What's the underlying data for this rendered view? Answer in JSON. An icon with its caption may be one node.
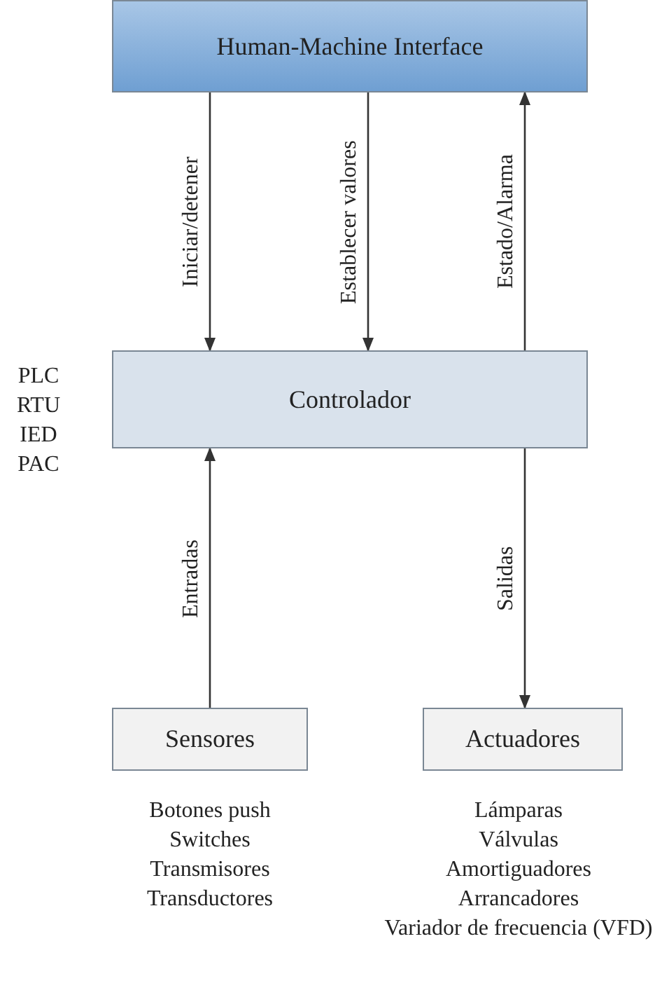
{
  "diagram": {
    "nodes": [
      {
        "text": [
          "Human-Machine Interface"
        ]
      },
      {
        "text": [
          "Controlador"
        ],
        "beside": [
          "PLC",
          "RTU",
          "IED",
          "PAC"
        ]
      },
      {
        "text": [
          "Sensores"
        ],
        "beside": [
          "Botones push",
          "Switches",
          "Transmisores",
          "Transductores"
        ]
      },
      {
        "text": [
          "Actuadores"
        ],
        "beside": [
          "Lámparas",
          "Válvulas",
          "Amortiguadores",
          "Arrancadores",
          "Variador de frecuencia (VFD)"
        ]
      }
    ],
    "edges": [
      {
        "from": 0,
        "to": 1,
        "arrow": "to",
        "label": "Iniciar/detener"
      },
      {
        "from": 0,
        "to": 1,
        "arrow": "to",
        "label": "Establecer valores"
      },
      {
        "from": 1,
        "to": 0,
        "arrow": "to",
        "label": "Estado/Alarma"
      },
      {
        "from": 2,
        "to": 1,
        "arrow": "to",
        "label": "Entradas"
      },
      {
        "from": 1,
        "to": 3,
        "arrow": "to",
        "label": "Salidas"
      }
    ]
  }
}
